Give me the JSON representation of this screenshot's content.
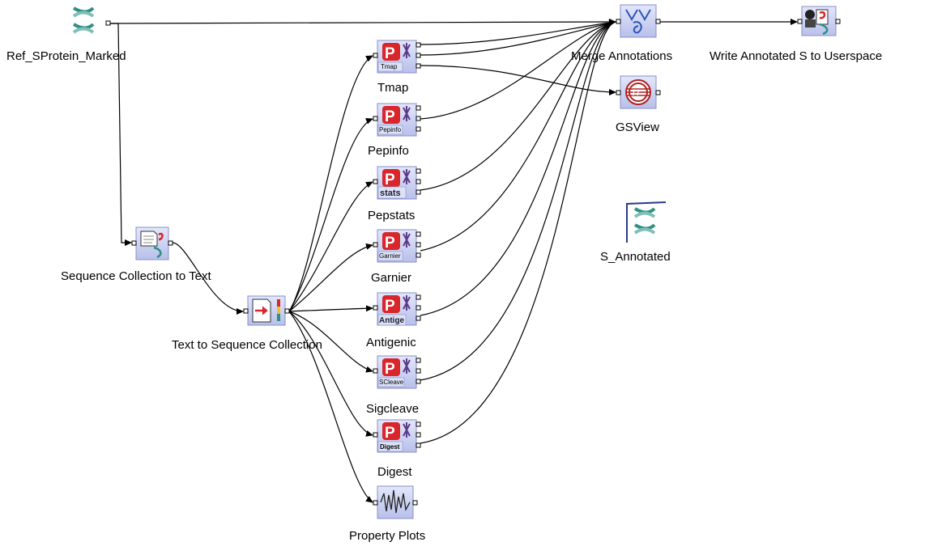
{
  "nodes": {
    "ref": {
      "label": "Ref_SProtein_Marked",
      "icon": "dna-icon"
    },
    "seq2text": {
      "label": "Sequence Collection to Text",
      "icon": "document-arrow-icon"
    },
    "text2seq": {
      "label": "Text to Sequence Collection",
      "icon": "document-import-icon"
    },
    "tmap": {
      "label": "Tmap",
      "badge": "Tmap",
      "icon": "emboss-p-icon"
    },
    "pepinfo": {
      "label": "Pepinfo",
      "badge": "Pepinfo",
      "icon": "emboss-p-icon"
    },
    "pepstats": {
      "label": "Pepstats",
      "badge": "stats",
      "icon": "emboss-p-icon"
    },
    "garnier": {
      "label": "Garnier",
      "badge": "Garnier",
      "icon": "emboss-p-icon"
    },
    "antigenic": {
      "label": "Antigenic",
      "badge": "Antige",
      "icon": "emboss-p-icon"
    },
    "sigcleave": {
      "label": "Sigcleave",
      "badge": "SCleave",
      "icon": "emboss-p-icon"
    },
    "digest": {
      "label": "Digest",
      "badge": "Digest",
      "icon": "emboss-p-icon"
    },
    "plots": {
      "label": "Property Plots",
      "icon": "waveform-icon"
    },
    "merge": {
      "label": "Merge Annotations",
      "icon": "merge-icon"
    },
    "write": {
      "label": "Write Annotated S to Userspace",
      "icon": "user-write-icon"
    },
    "gsview": {
      "label": "GSView",
      "icon": "gsview-icon"
    },
    "s_annotated": {
      "label": "S_Annotated",
      "icon": "dna-icon"
    }
  },
  "colors": {
    "node_fill": "#c9cff0",
    "node_border": "#8890c8",
    "p_red": "#d8262a",
    "dna_green": "#2f8f84",
    "edge": "#000000"
  }
}
